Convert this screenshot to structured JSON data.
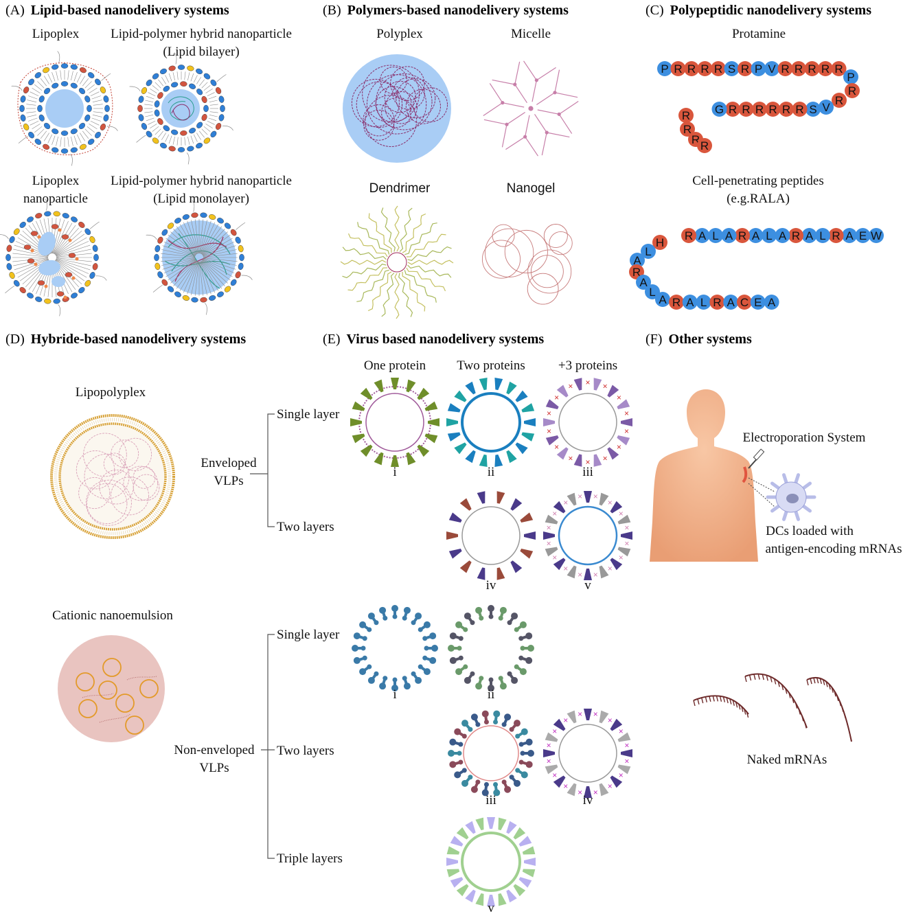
{
  "panels": {
    "A": {
      "prefix": "(A)",
      "title": "Lipid-based nanodelivery systems",
      "labels": {
        "lipoplex": "Lipoplex",
        "hybrid_bilayer_1": "Lipid-polymer hybrid nanoparticle",
        "hybrid_bilayer_2": "(Lipid bilayer)",
        "lipoplex_np_1": "Lipoplex",
        "lipoplex_np_2": "nanoparticle",
        "hybrid_mono_1": "Lipid-polymer hybrid nanoparticle",
        "hybrid_mono_2": "(Lipid monolayer)"
      }
    },
    "B": {
      "prefix": "(B)",
      "title": "Polymers-based nanodelivery systems",
      "labels": {
        "polyplex": "Polyplex",
        "micelle": "Micelle",
        "dendrimer": "Dendrimer",
        "nanogel": "Nanogel"
      }
    },
    "C": {
      "prefix": "(C)",
      "title": "Polypeptidic nanodelivery systems",
      "labels": {
        "protamine": "Protamine",
        "cpp_1": "Cell-penetrating peptides",
        "cpp_2": "(e.g.RALA)"
      },
      "protamine_sequence": [
        "P",
        "R",
        "R",
        "R",
        "R",
        "S",
        "R",
        "P",
        "V",
        "R",
        "R",
        "R",
        "R",
        "R",
        "P",
        "R",
        "R",
        "V",
        "S",
        "R",
        "R",
        "R",
        "R",
        "R",
        "R",
        "G",
        "R",
        "R",
        "R",
        "R"
      ],
      "rala_sequence": [
        "W",
        "E",
        "A",
        "R",
        "L",
        "A",
        "R",
        "A",
        "L",
        "A",
        "R",
        "A",
        "L",
        "A",
        "R",
        "H",
        "L",
        "A",
        "R",
        "A",
        "L",
        "A",
        "R",
        "A",
        "L",
        "R",
        "A",
        "C",
        "E",
        "A"
      ]
    },
    "D": {
      "prefix": "(D)",
      "title": "Hybride-based nanodelivery systems",
      "labels": {
        "lipopolyplex": "Lipopolyplex",
        "cationic": "Cationic nanoemulsion"
      }
    },
    "E": {
      "prefix": "(E)",
      "title": "Virus based nanodelivery systems",
      "columns": [
        "One protein",
        "Two proteins",
        "+3 proteins"
      ],
      "enveloped": {
        "label_1": "Enveloped",
        "label_2": "VLPs",
        "single": "Single layer",
        "two": "Two layers"
      },
      "nonenveloped": {
        "label_1": "Non-enveloped",
        "label_2": "VLPs",
        "single": "Single layer",
        "two": "Two layers",
        "triple": "Triple layers"
      },
      "numerals": {
        "env_i": "i",
        "env_ii": "ii",
        "env_iii": "iii",
        "env_iv": "iv",
        "env_v": "v",
        "non_i": "i",
        "non_ii": "ii",
        "non_iii": "iii",
        "non_iv": "iv",
        "non_v": "v"
      }
    },
    "F": {
      "prefix": "(F)",
      "title": "Other systems",
      "labels": {
        "electroporation": "Electroporation System",
        "dcs_1": "DCs loaded with",
        "dcs_2": "antigen-encoding mRNAs",
        "naked": "Naked mRNAs"
      }
    }
  },
  "colors": {
    "lipid_blue": "#2f7fd6",
    "lipid_red": "#d2553f",
    "lipid_yellow": "#f2c21d",
    "core_blue": "#a9cdf5",
    "polymer_purple": "#8a2d6a",
    "bead_blue": "#3d8fe0",
    "bead_red": "#d9563c",
    "skin": "#f4b690",
    "mrna_brown": "#6e2b2b"
  }
}
